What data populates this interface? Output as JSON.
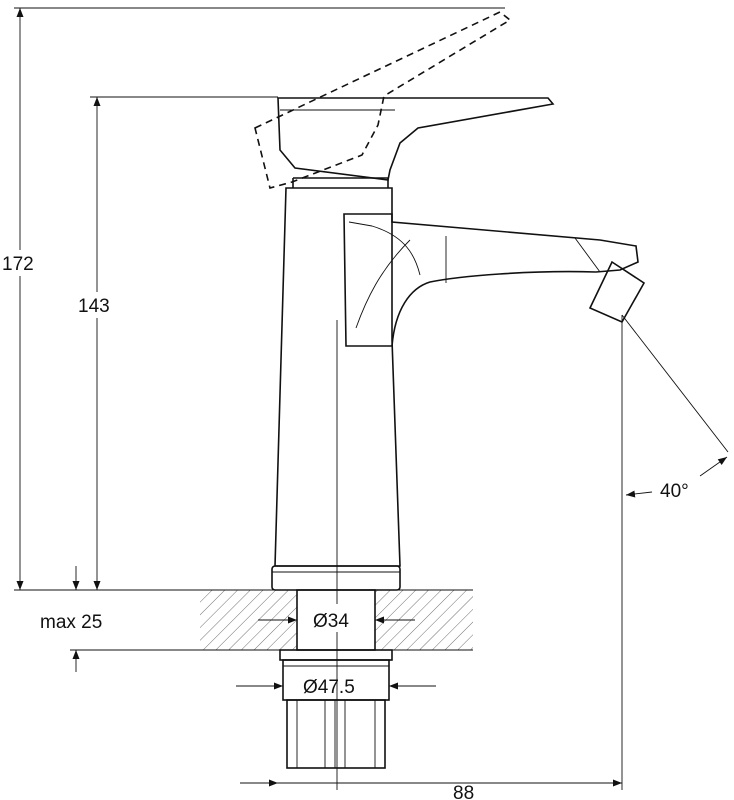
{
  "dimensions": {
    "total_height": "172",
    "spout_height": "143",
    "max_thickness": "max 25",
    "hole_diameter": "Ø34",
    "nut_diameter": "Ø47.5",
    "spout_reach": "88",
    "rotation_angle": "40°"
  }
}
